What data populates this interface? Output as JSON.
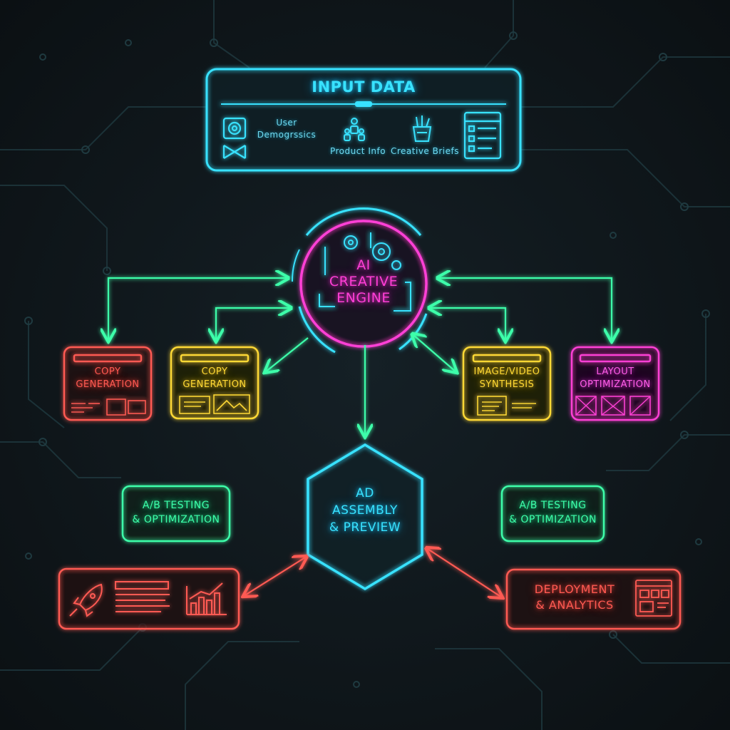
{
  "input": {
    "title": "INPUT DATA",
    "items": [
      "User\nDemogrssics",
      "Product Info",
      "Creative Briefs"
    ]
  },
  "engine": {
    "line1": "AI",
    "line2": "CREATIVE",
    "line3": "ENGINE"
  },
  "modules": [
    {
      "line1": "COPY",
      "line2": "GENERATION",
      "color": "#ff5a52"
    },
    {
      "line1": "COPY",
      "line2": "GENERATION",
      "color": "#ffd935"
    },
    {
      "line1": "IMAGE/VIDEO",
      "line2": "SYNTHESIS",
      "color": "#ffd935"
    },
    {
      "line1": "LAYOUT",
      "line2": "OPTIMIZATION",
      "color": "#ff3fd6"
    }
  ],
  "assembly": {
    "line1": "AD",
    "line2": "ASSEMBLY",
    "line3": "& PREVIEW"
  },
  "ab_left": {
    "line1": "A/B TESTING",
    "line2": "& OPTIMIZATION"
  },
  "ab_right": {
    "line1": "A/B TESTING",
    "line2": "& OPTIMIZATION"
  },
  "deploy": {
    "line1": "DEPLOYMENT",
    "line2": "& ANALYTICS"
  },
  "icons": [
    "target-icon",
    "people-icon",
    "pencil-cup-icon",
    "checklist-icon",
    "gears-icon",
    "rocket-icon",
    "bar-chart-icon",
    "dashboard-icon"
  ],
  "colors": {
    "cyan": "#38e2ff",
    "magenta": "#ff3fd6",
    "red": "#ff5a52",
    "yellow": "#ffd935",
    "green": "#3dffaa",
    "background": "#0f1519"
  }
}
